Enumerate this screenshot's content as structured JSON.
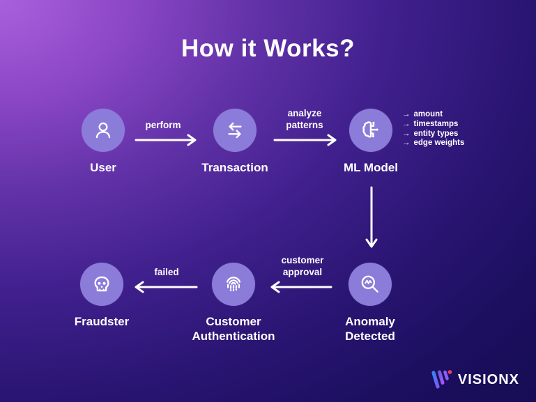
{
  "title": "How it Works?",
  "nodes": [
    {
      "id": "user",
      "label": "User",
      "icon": "user-icon"
    },
    {
      "id": "transaction",
      "label": "Transaction",
      "icon": "transfer-arrows-icon"
    },
    {
      "id": "ml-model",
      "label": "ML Model",
      "icon": "brain-circuit-icon"
    },
    {
      "id": "anomaly",
      "label": "Anomaly Detected",
      "icon": "magnifier-anomaly-icon"
    },
    {
      "id": "customer-auth",
      "label": "Customer Authentication",
      "icon": "fingerprint-icon"
    },
    {
      "id": "fraudster",
      "label": "Fraudster",
      "icon": "skull-icon"
    }
  ],
  "edges": [
    {
      "from": "user",
      "to": "transaction",
      "label": "perform"
    },
    {
      "from": "transaction",
      "to": "ml-model",
      "label": "analyze patterns"
    },
    {
      "from": "ml-model",
      "to": "anomaly",
      "label": ""
    },
    {
      "from": "anomaly",
      "to": "customer-auth",
      "label": "customer approval"
    },
    {
      "from": "customer-auth",
      "to": "fraudster",
      "label": "failed"
    }
  ],
  "feature_arrow": "→",
  "ml_model_features": [
    "amount",
    "timestamps",
    "entity types",
    "edge weights"
  ],
  "logo": {
    "text": "VISIONX"
  },
  "colors": {
    "background_start": "#aa60dd",
    "background_end": "#170d55",
    "node_fill": "#8c7cd9",
    "text": "#ffffff",
    "logo_blue": "#3b82f6",
    "logo_purple": "#a855f7",
    "logo_dot": "#f43f5e"
  }
}
